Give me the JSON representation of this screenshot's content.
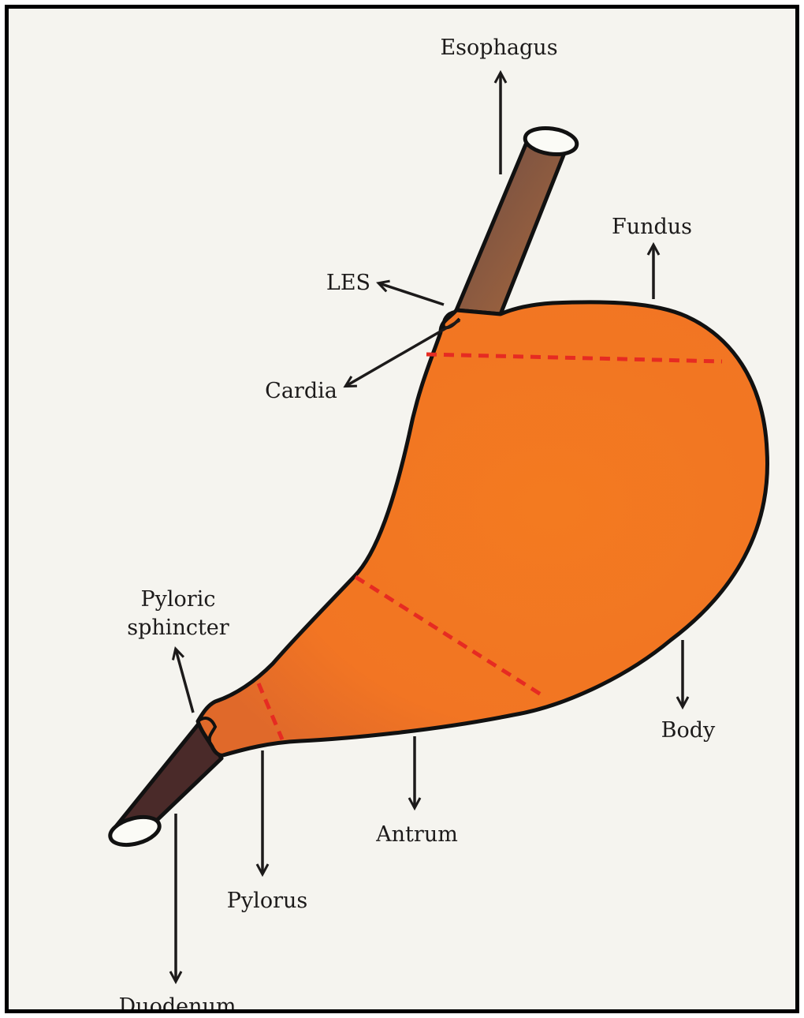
{
  "diagram": {
    "labels": {
      "esophagus": "Esophagus",
      "fundus": "Fundus",
      "les": "LES",
      "cardia": "Cardia",
      "pyloric_line1": "Pyloric",
      "pyloric_line2": "sphincter",
      "body": "Body",
      "antrum": "Antrum",
      "pylorus": "Pylorus",
      "duodenum": "Duodenum"
    },
    "colors": {
      "stomach": "#f47a22",
      "tube": "#5c3a36",
      "dashed_line": "#e62b22",
      "outline": "#111111",
      "arrow": "#1c1a1a",
      "paper": "#f5f4ef"
    }
  }
}
